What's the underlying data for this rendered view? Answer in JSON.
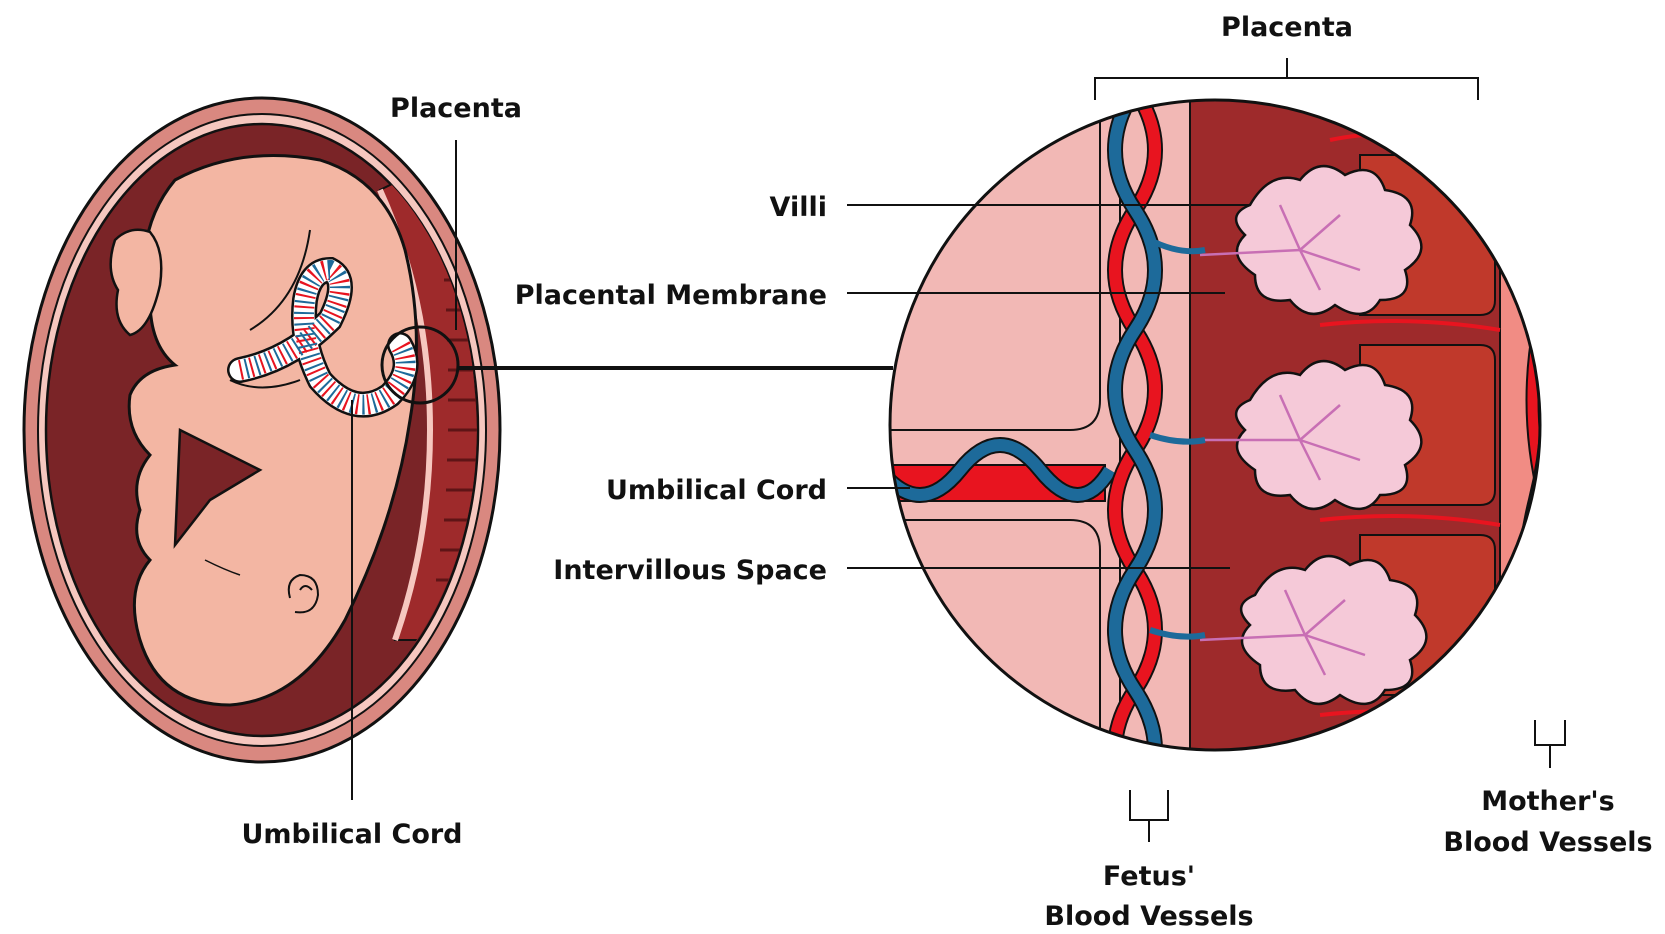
{
  "labels": {
    "placenta_top": "Placenta",
    "placenta_left": "Placenta",
    "umbilical_cord_left": "Umbilical Cord",
    "villi": "Villi",
    "placental_membrane": "Placental Membrane",
    "umbilical_cord_right": "Umbilical Cord",
    "intervillous_space": "Intervillous Space",
    "fetus_vessels_line1": "Fetus'",
    "fetus_vessels_line2": "Blood Vessels",
    "mother_vessels_line1": "Mother's",
    "mother_vessels_line2": "Blood Vessels"
  },
  "colors": {
    "uterus_outer": "#d98880",
    "uterus_wall": "#7a2427",
    "skin": "#f3b6a3",
    "placenta_dark": "#9e2a2b",
    "placenta_mid": "#c0392b",
    "villi_fill": "#f5c9d8",
    "villi_vein": "#c86fb4",
    "artery": "#e8141f",
    "vein": "#1d6a9a",
    "membrane": "#f2b8b5",
    "mother_tissue": "#f18c84",
    "outline": "#111111"
  }
}
